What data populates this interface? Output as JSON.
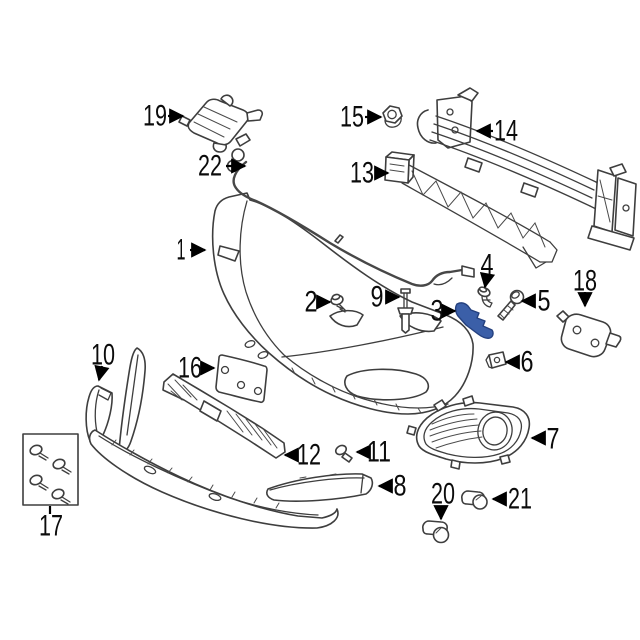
{
  "diagram": {
    "kind": "exploded-parts-diagram",
    "background": "#ffffff",
    "line_color": "#3e3e3e",
    "callout_color": "#0b0b0b",
    "highlighted_part": {
      "number": "3",
      "fill": "#3b5fa8",
      "stroke": "#24407e"
    }
  },
  "callouts": [
    {
      "number": "1",
      "part": "bumper-cover"
    },
    {
      "number": "2",
      "part": "screw"
    },
    {
      "number": "3",
      "part": "highlighted-bracket"
    },
    {
      "number": "4",
      "part": "screw"
    },
    {
      "number": "5",
      "part": "bolt"
    },
    {
      "number": "6",
      "part": "clip"
    },
    {
      "number": "7",
      "part": "fog-lamp-bezel"
    },
    {
      "number": "8",
      "part": "lower-trim-strip"
    },
    {
      "number": "9",
      "part": "pin"
    },
    {
      "number": "10",
      "part": "valance-end-cap"
    },
    {
      "number": "11",
      "part": "clip"
    },
    {
      "number": "12",
      "part": "lower-grille"
    },
    {
      "number": "13",
      "part": "impact-absorber"
    },
    {
      "number": "14",
      "part": "impact-bar"
    },
    {
      "number": "15",
      "part": "nut"
    },
    {
      "number": "16",
      "part": "license-plate-bracket"
    },
    {
      "number": "17",
      "part": "screw-kit-box"
    },
    {
      "number": "18",
      "part": "mounting-bracket"
    },
    {
      "number": "19",
      "part": "sensor-bracket"
    },
    {
      "number": "20",
      "part": "parking-sensor"
    },
    {
      "number": "21",
      "part": "parking-sensor-retainer"
    },
    {
      "number": "22",
      "part": "wiring-harness"
    }
  ]
}
